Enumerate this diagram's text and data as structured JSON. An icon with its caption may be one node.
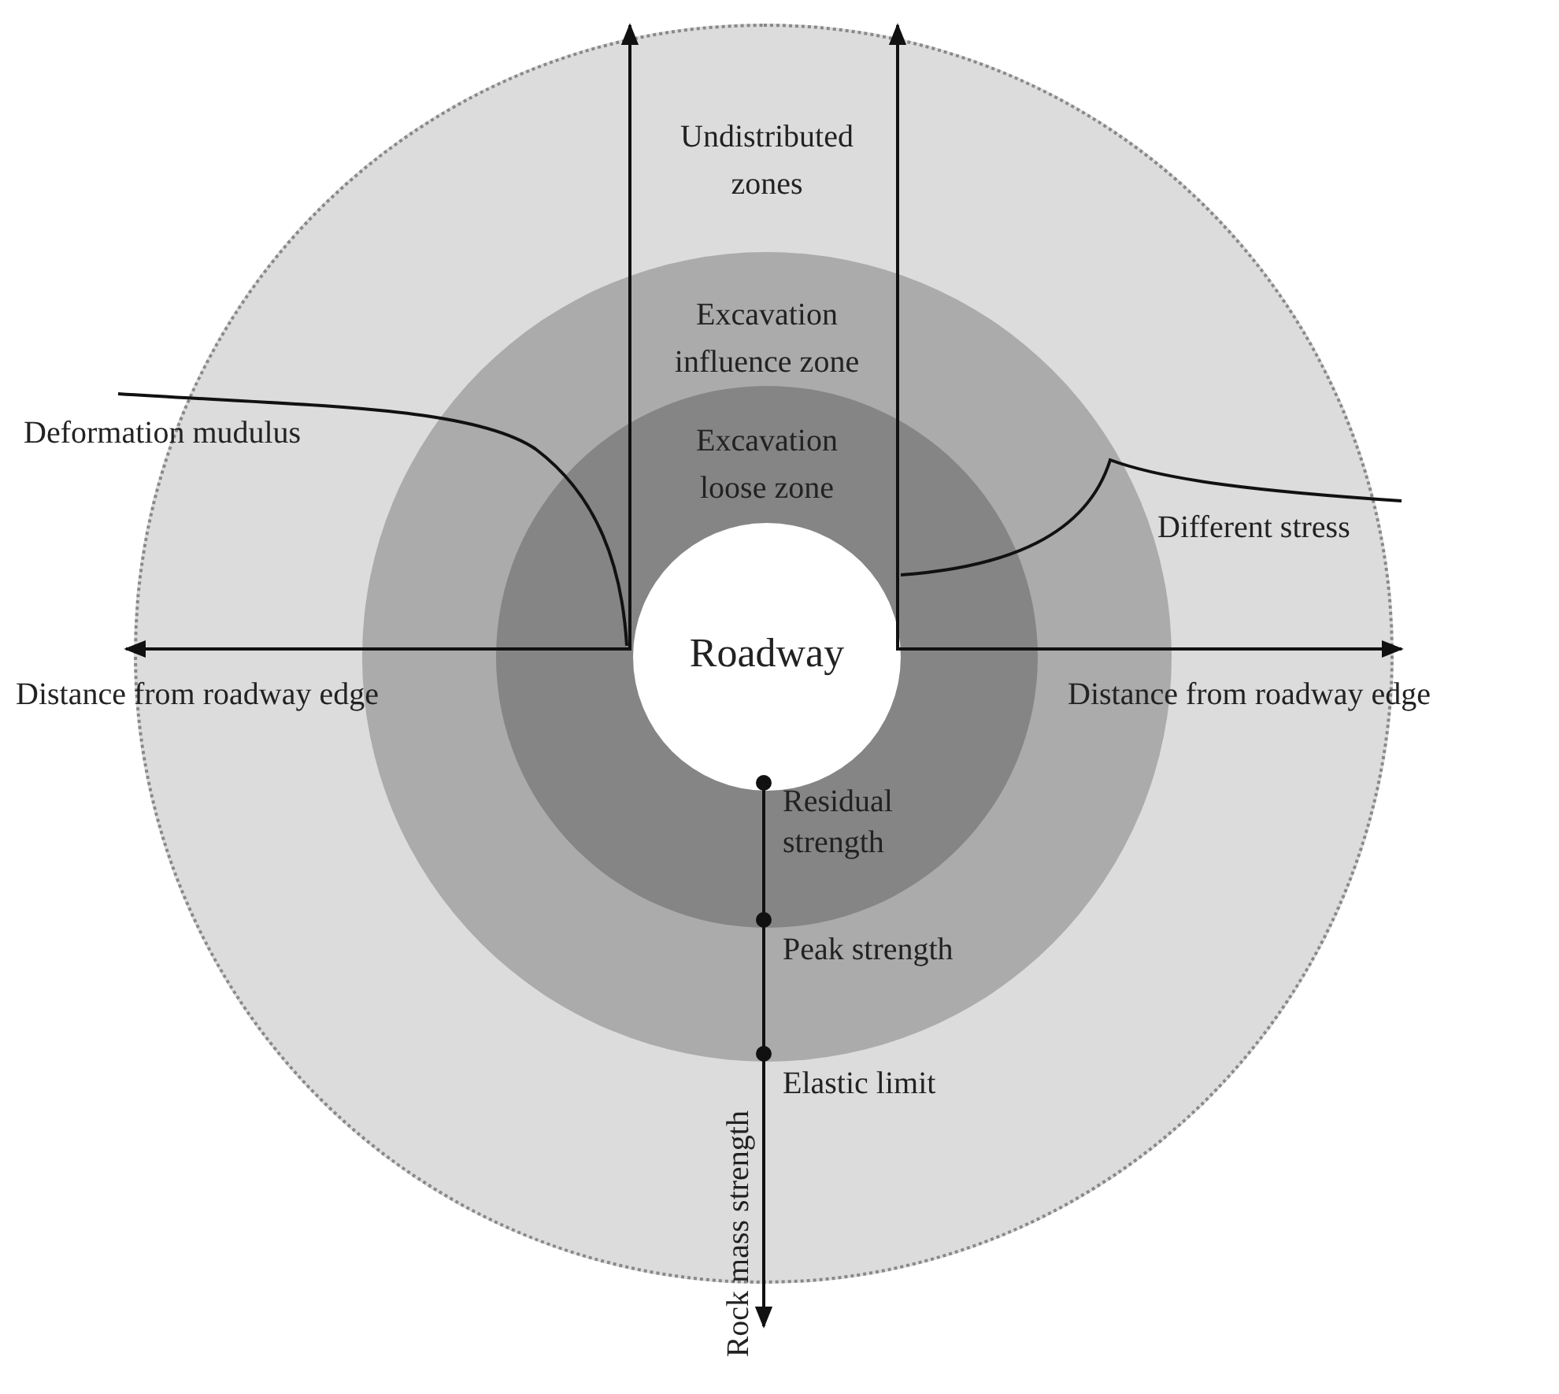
{
  "diagram": {
    "nodes": [
      {
        "text": [
          "Undistributed zones"
        ]
      },
      {
        "text": [
          "Excavation influence zone"
        ],
        "in": 0
      },
      {
        "text": [
          "Excavation loose zone"
        ],
        "in": 1
      },
      {
        "text": [
          "Roadway"
        ],
        "in": 2
      }
    ],
    "labels": [
      "Deformation mudulus",
      "Different stress",
      "Distance from roadway edge",
      "Distance from roadway edge",
      "Residual strength",
      "Peak strength",
      "Elastic limit",
      "Rock mass strength"
    ]
  }
}
